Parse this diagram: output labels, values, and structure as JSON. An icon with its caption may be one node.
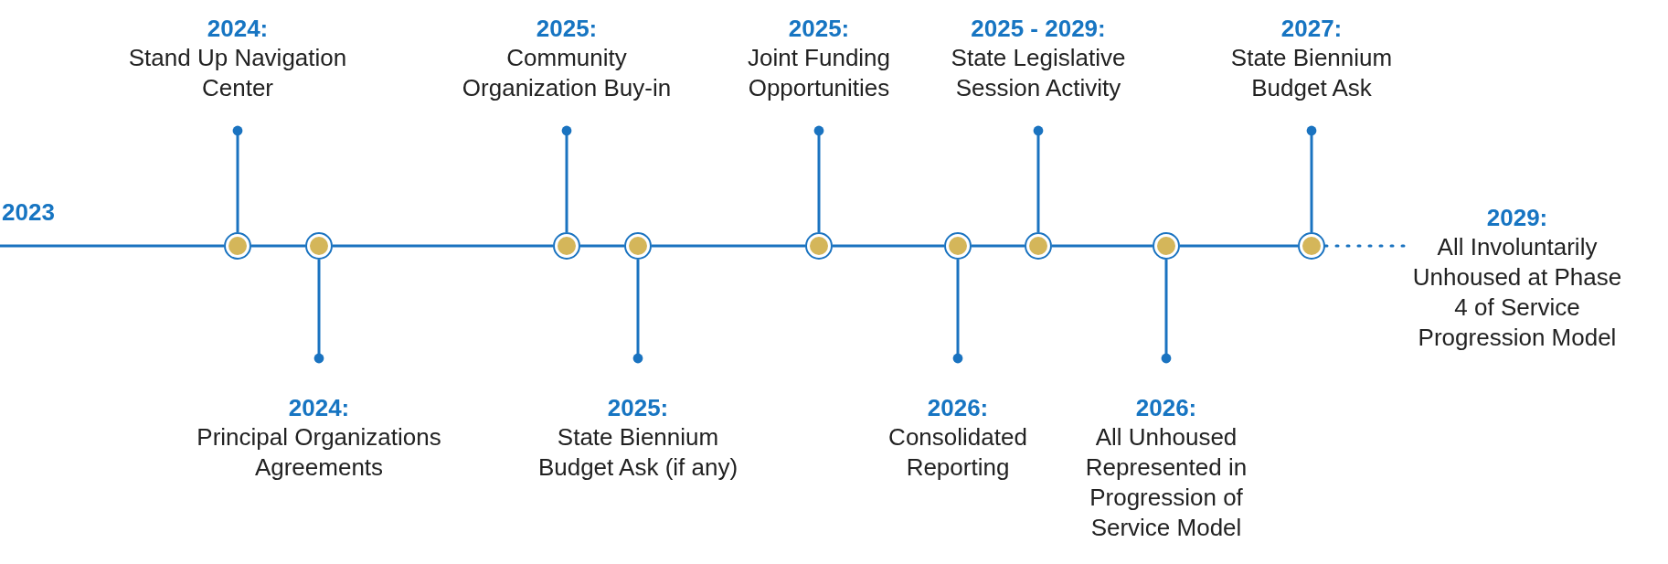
{
  "diagram": {
    "nodes": [
      {
        "text": [
          "2024:",
          "Stand Up Navigation Center"
        ]
      },
      {
        "text": [],
        "shape": "circle"
      },
      {
        "text": [
          "2024:",
          "Principal Organizations Agreements"
        ]
      },
      {
        "text": [],
        "shape": "circle"
      },
      {
        "text": [
          "2025:",
          "Community Organization Buy-in"
        ]
      },
      {
        "text": [],
        "shape": "circle"
      },
      {
        "text": [
          "2025:",
          "State Biennium Budget Ask (if any)"
        ]
      },
      {
        "text": [],
        "shape": "circle"
      },
      {
        "text": [
          "2025:",
          "Joint Funding Opportunities"
        ]
      },
      {
        "text": [],
        "shape": "circle"
      },
      {
        "text": [
          "2026:",
          "Consolidated Reporting"
        ]
      },
      {
        "text": [],
        "shape": "circle"
      },
      {
        "text": [
          "2025 - 2029:",
          "State Legislative Session Activity"
        ]
      },
      {
        "text": [],
        "shape": "circle"
      },
      {
        "text": [
          "2026:",
          "All Unhoused Represented in Progression of Service Model"
        ]
      },
      {
        "text": [],
        "shape": "circle"
      },
      {
        "text": [
          "2027:",
          "State Biennium Budget Ask"
        ]
      },
      {
        "text": [],
        "shape": "circle"
      },
      {
        "text": [
          "2029:",
          "All Involuntarily Unhoused at Phase 4 of Service Progression Model"
        ]
      }
    ],
    "edges": [
      {
        "from": 0,
        "to": 1,
        "arrow": "other"
      },
      {
        "from": 2,
        "to": 3,
        "arrow": "other"
      },
      {
        "from": 4,
        "to": 5,
        "arrow": "other"
      },
      {
        "from": 6,
        "to": 7,
        "arrow": "other"
      },
      {
        "from": 8,
        "to": 9,
        "arrow": "other"
      },
      {
        "from": 10,
        "to": 11,
        "arrow": "other"
      },
      {
        "from": 12,
        "to": 13,
        "arrow": "other"
      },
      {
        "from": 14,
        "to": 15,
        "arrow": "other"
      },
      {
        "from": 16,
        "to": 17,
        "arrow": "other"
      },
      {
        "from": null,
        "to": 1,
        "arrow": "none"
      },
      {
        "from": 1,
        "to": 3,
        "arrow": "none"
      },
      {
        "from": 3,
        "to": 5,
        "arrow": "none"
      },
      {
        "from": 5,
        "to": 7,
        "arrow": "none"
      },
      {
        "from": 7,
        "to": 9,
        "arrow": "none"
      },
      {
        "from": 9,
        "to": 11,
        "arrow": "none"
      },
      {
        "from": 11,
        "to": 13,
        "arrow": "none"
      },
      {
        "from": 13,
        "to": 15,
        "arrow": "none"
      },
      {
        "from": 15,
        "to": 17,
        "arrow": "none"
      },
      {
        "from": 17,
        "to": 18,
        "arrow": "none",
        "style": "dashed"
      }
    ],
    "labels": [
      "2023"
    ]
  }
}
